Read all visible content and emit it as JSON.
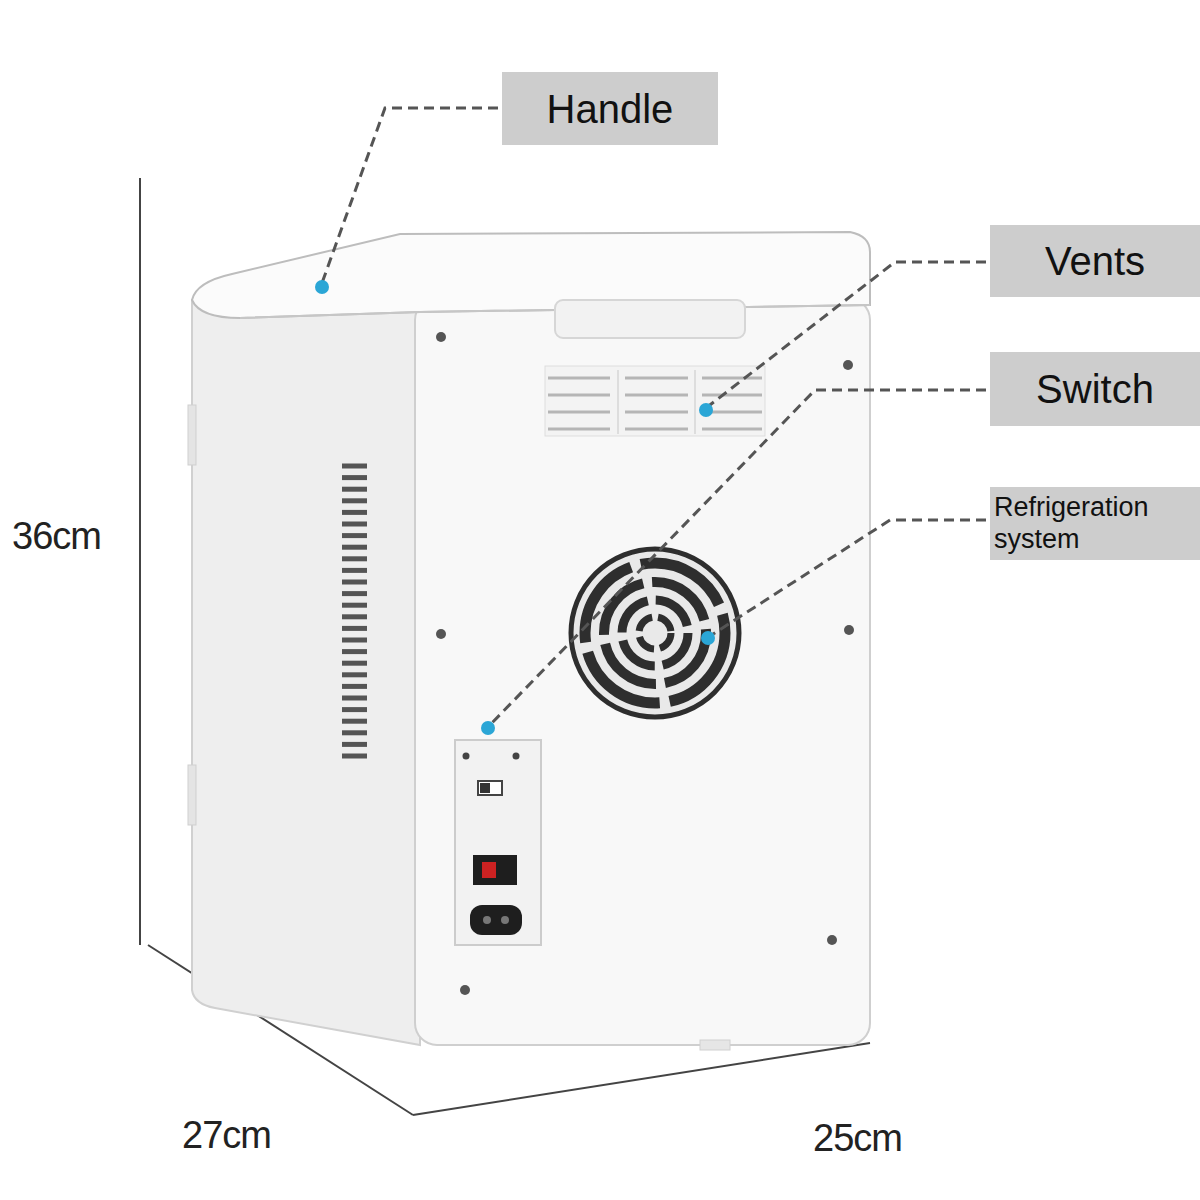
{
  "diagram": {
    "nodes": [
      {
        "text": [
          "Handle"
        ]
      },
      {
        "text": [
          "Vents"
        ]
      },
      {
        "text": [
          "Switch"
        ]
      },
      {
        "text": [
          "Refrigeration system"
        ]
      }
    ],
    "labels": [
      "36cm",
      "27cm",
      "25cm"
    ]
  }
}
